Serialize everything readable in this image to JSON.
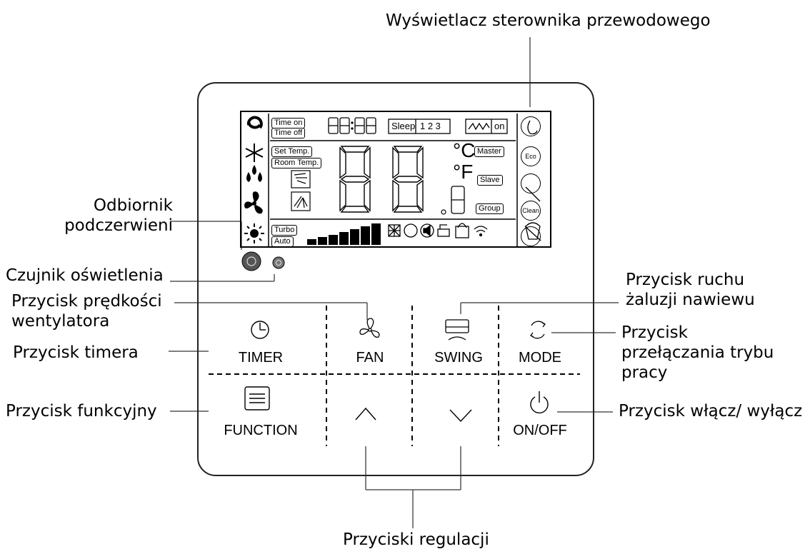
{
  "callouts": {
    "display": "Wyświetlacz sterownika przewodowego",
    "ir_receiver": "Odbiornik podczerwieni",
    "light_sensor": "Czujnik oświetlenia",
    "fan_speed_button": "Przycisk prędkości wentylatora",
    "timer_button": "Przycisk timera",
    "function_button": "Przycisk funkcyjny",
    "swing_button": "Przycisk ruchu żaluzji nawiewu",
    "mode_button": "Przycisk przełączania trybu pracy",
    "onoff_button": "Przycisk włącz/ wyłącz",
    "adjust_buttons": "Przyciski regulacji"
  },
  "buttons": {
    "timer": "TIMER",
    "fan": "FAN",
    "swing": "SWING",
    "mode": "MODE",
    "function": "FUNCTION",
    "onoff": "ON/OFF"
  },
  "lcd": {
    "time_on": "Time on",
    "time_off": "Time off",
    "sleep": "Sleep",
    "sleep_levels": "1  2  3",
    "heater_on": "on",
    "set_temp": "Set Temp.",
    "room_temp": "Room Temp.",
    "celsius": "°C",
    "fahrenheit": "°F",
    "master": "Master",
    "slave": "Slave",
    "group": "Group",
    "turbo": "Turbo",
    "auto": "Auto",
    "eco": "Eco",
    "clean": "Clean"
  },
  "fan_speed_levels": [
    1,
    2,
    3,
    4,
    5,
    6,
    7
  ]
}
